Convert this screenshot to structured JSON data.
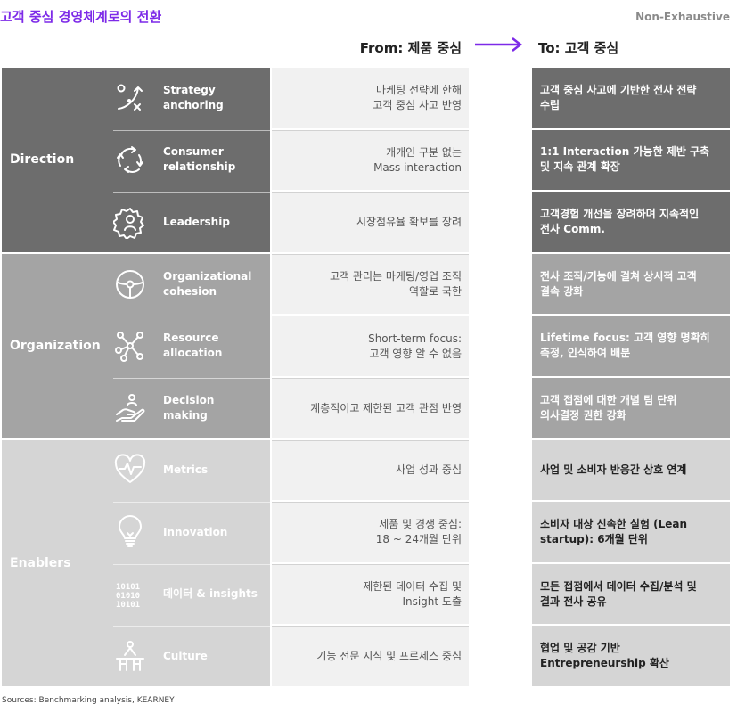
{
  "title": "고객 중심 경영체계로의 전환",
  "non_exhaustive": "Non-Exhaustive",
  "header": {
    "from": "From: 제품 중심",
    "to": "To: 고객 중심"
  },
  "colors": {
    "accent": "#7d2ae8",
    "direction": "#6d6d6d",
    "organization": "#a4a4a4",
    "enablers": "#d5d5d5",
    "from_bg": "#f1f1f1"
  },
  "groups": [
    {
      "label": "Direction",
      "color": "#6d6d6d"
    },
    {
      "label": "Organization",
      "color": "#a4a4a4"
    },
    {
      "label": "Enablers",
      "color": "#d5d5d5"
    }
  ],
  "rows": [
    {
      "icon": "strategy-icon",
      "label": "Strategy\nanchoring",
      "from": "마케팅 전략에 한해\n고객 중심 사고 반영",
      "to": "고객 중심 사고에 기반한 전사 전략\n수립"
    },
    {
      "icon": "cycle-arrows-icon",
      "label": "Consumer\nrelationship",
      "from": "개개인 구분 없는\nMass interaction",
      "to": "1:1 Interaction 가능한 제반 구축\n및 지속 관계 확장"
    },
    {
      "icon": "gear-person-icon",
      "label": "Leadership",
      "from": "시장점유율 확보를 장려",
      "to": "고객경험 개선을 장려하며 지속적인\n전사 Comm."
    },
    {
      "icon": "steering-wheel-icon",
      "label": "Organizational\ncohesion",
      "from": "고객 관리는 마케팅/영업 조직\n역할로 국한",
      "to": "전사 조직/기능에 걸쳐 상시적 고객\n결속 강화"
    },
    {
      "icon": "network-nodes-icon",
      "label": "Resource\nallocation",
      "from": "Short-term focus:\n고객 영향 알 수 없음",
      "to": "Lifetime focus: 고객 영향 명확히\n측정, 인식하여 배분"
    },
    {
      "icon": "hand-decision-icon",
      "label": "Decision\nmaking",
      "from": "계층적이고 제한된 고객 관점 반영",
      "to": "고객 접점에 대한 개별 팀 단위\n의사결정 권한 강화"
    },
    {
      "icon": "heart-pulse-icon",
      "label": "Metrics",
      "from": "사업 성과 중심",
      "to": "사업 및 소비자 반응간 상호 연계"
    },
    {
      "icon": "lightbulb-icon",
      "label": "Innovation",
      "from": "제품 및 경쟁 중심:\n18 ~ 24개월 단위",
      "to": "소비자 대상 신속한 실험 (Lean\nstartup): 6개월 단위"
    },
    {
      "icon": "binary-data-icon",
      "label": "데이터 & insights",
      "from": "제한된 데이터 수집 및\nInsight 도출",
      "to": "모든 접점에서 데이터 수집/분석 및\n결과 전사 공유"
    },
    {
      "icon": "people-culture-icon",
      "label": "Culture",
      "from": "기능 전문 지식 및 프로세스 중심",
      "to": "협업 및 공감 기반\nEntrepreneurship 확산"
    }
  ],
  "sources": "Sources: Benchmarking analysis, KEARNEY"
}
